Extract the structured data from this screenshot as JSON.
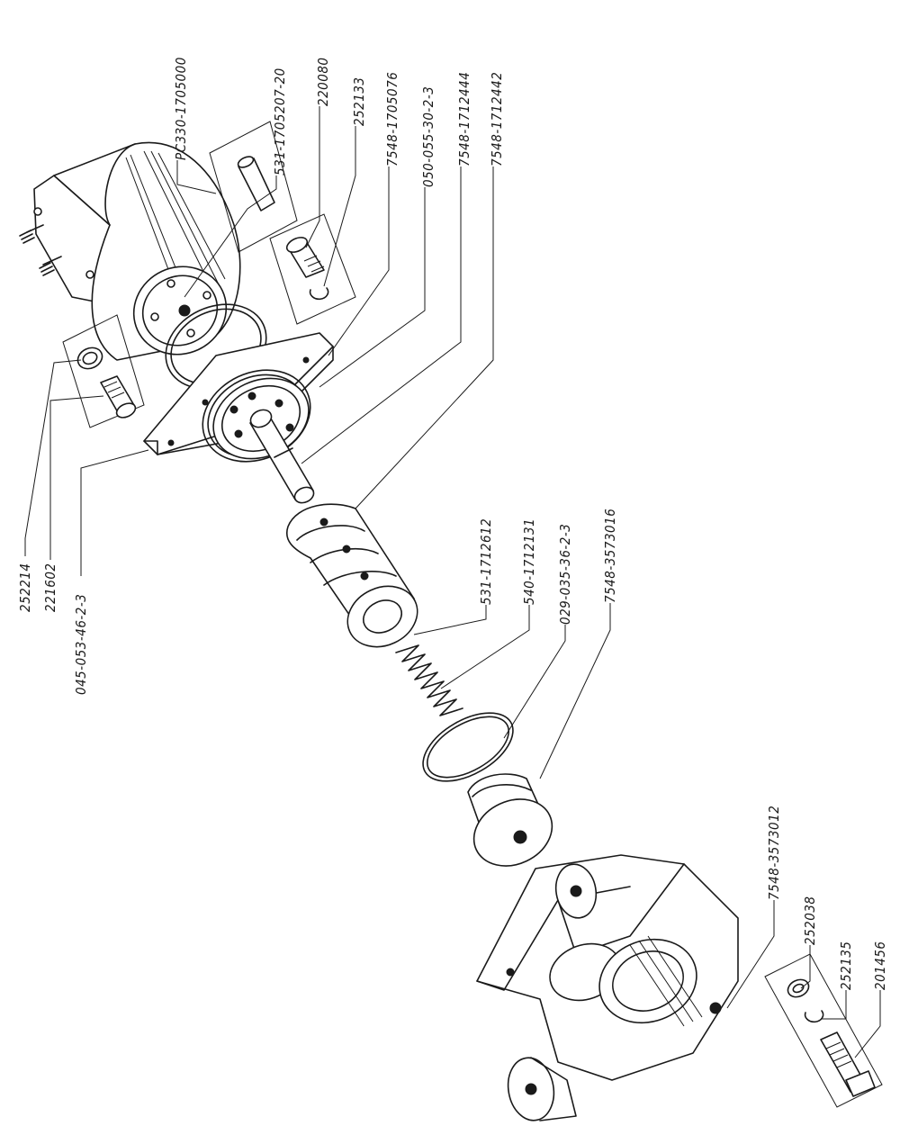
{
  "part_labels": {
    "rc330": "PC330-1705000",
    "p531_207": "531-1705207-20",
    "p220080": "220080",
    "p252133": "252133",
    "p7548_076": "7548-1705076",
    "p050_055": "050-055-30-2-3",
    "p7548_444": "7548-1712444",
    "p7548_442": "7548-1712442",
    "p252214": "252214",
    "p221602": "221602",
    "p045_053": "045-053-46-2-3",
    "p531_612": "531-1712612",
    "p540_131": "540-1712131",
    "p029_035": "029-035-36-2-3",
    "p7548_016": "7548-3573016",
    "p7548_012": "7548-3573012",
    "p252038": "252038",
    "p252135": "252135",
    "p201456": "201456"
  }
}
